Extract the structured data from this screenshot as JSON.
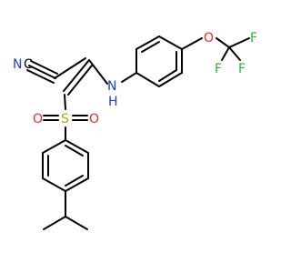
{
  "molecule": {
    "atoms": {
      "nitrile_n": "N",
      "nitrile_c": "C",
      "sulfur": "S",
      "sulfonyl_o_left": "O",
      "sulfonyl_o_right": "O",
      "amine_n": "N",
      "amine_h": "H",
      "ether_o": "O",
      "fluorine_1": "F",
      "fluorine_2": "F",
      "fluorine_3": "F"
    },
    "colors": {
      "bond": "#000000",
      "nitrogen": "#1f3cd8",
      "oxygen": "#e8301c",
      "sulfur": "#b3a300",
      "fluorine": "#2fb52f",
      "carbon": "#000000"
    }
  }
}
